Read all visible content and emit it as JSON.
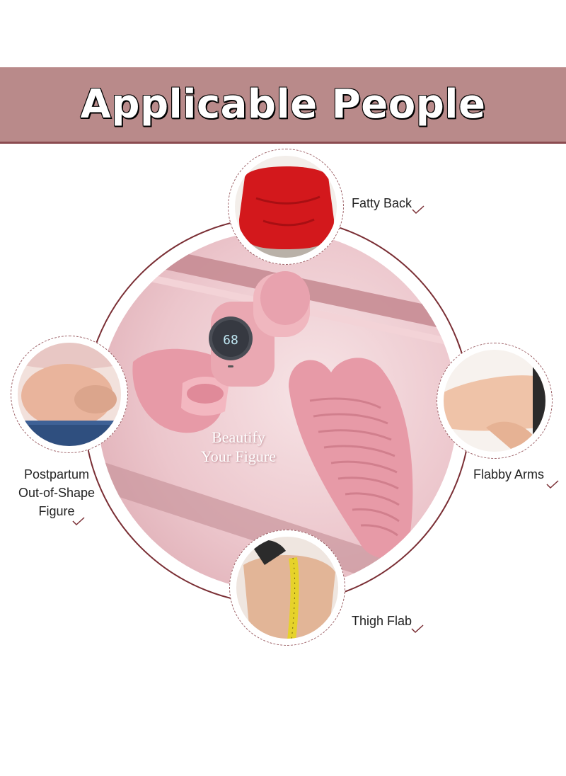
{
  "banner": {
    "title": "Applicable People"
  },
  "product": {
    "display_value": "68",
    "tagline_line1": "Beautify",
    "tagline_line2": "Your Figure"
  },
  "labels": {
    "fatty_back": "Fatty Back",
    "postpartum_line1": "Postpartum",
    "postpartum_line2": "Out-of-Shape",
    "postpartum_line3": "Figure",
    "flabby_arms": "Flabby Arms",
    "thigh_flab": "Thigh Flab"
  },
  "colors": {
    "banner": "#b98a8a",
    "accent": "#8b4b50",
    "ring": "#7a2e34",
    "product_pink": "#e8a2ae"
  }
}
